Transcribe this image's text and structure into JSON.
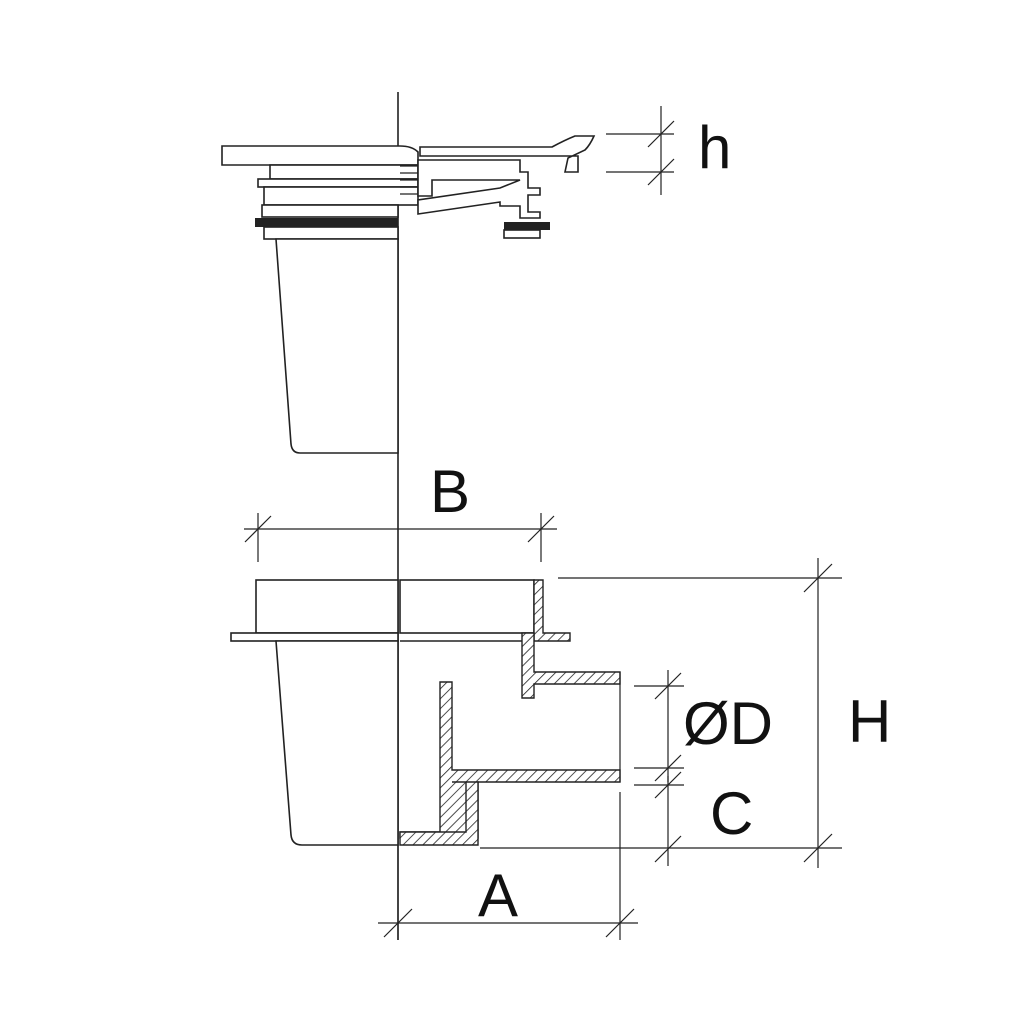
{
  "labels": {
    "h": "h",
    "B": "B",
    "D": "ØD",
    "H": "H",
    "C": "C",
    "A": "A"
  },
  "colors": {
    "line": "#222222",
    "gasket": "#222222",
    "label_tint": "#e6f0d9"
  }
}
